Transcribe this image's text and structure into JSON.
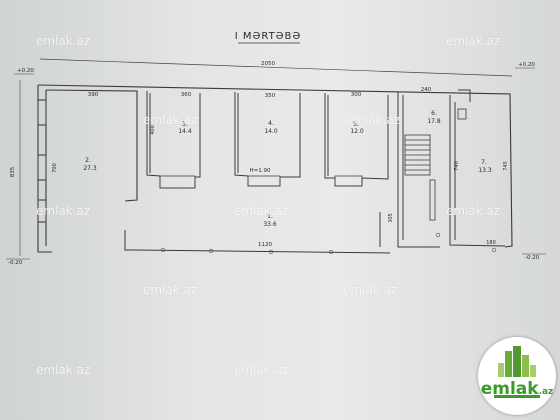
{
  "title": "I MƏRTƏBƏ",
  "dimensions": {
    "top_total": "2050",
    "left_height": "835",
    "bottom_total": "1120",
    "elev_top_left": "+0.20",
    "elev_top_right": "+0.20",
    "elev_bottom_left": "-0.20",
    "elev_bottom_right": "-0.20"
  },
  "rooms": [
    {
      "number": "2.",
      "area": "27.3",
      "width": "390",
      "side": "700"
    },
    {
      "number": "3.",
      "area": "14.4",
      "width": "360",
      "side": "400"
    },
    {
      "number": "4.",
      "area": "14.0",
      "width": "350",
      "note": "H=1.90"
    },
    {
      "number": "5.",
      "area": "12.0",
      "width": "300"
    },
    {
      "number": "6.",
      "area": "17.8",
      "width": "240",
      "side": "305"
    },
    {
      "number": "7.",
      "area": "13.3",
      "width": "180",
      "side": "740",
      "side2": "745"
    },
    {
      "number": "1.",
      "area": "33.6"
    }
  ],
  "watermark": "emlak.az",
  "logo": {
    "name": "emlak",
    "tld": ".az",
    "color": "#3a9a2a"
  }
}
